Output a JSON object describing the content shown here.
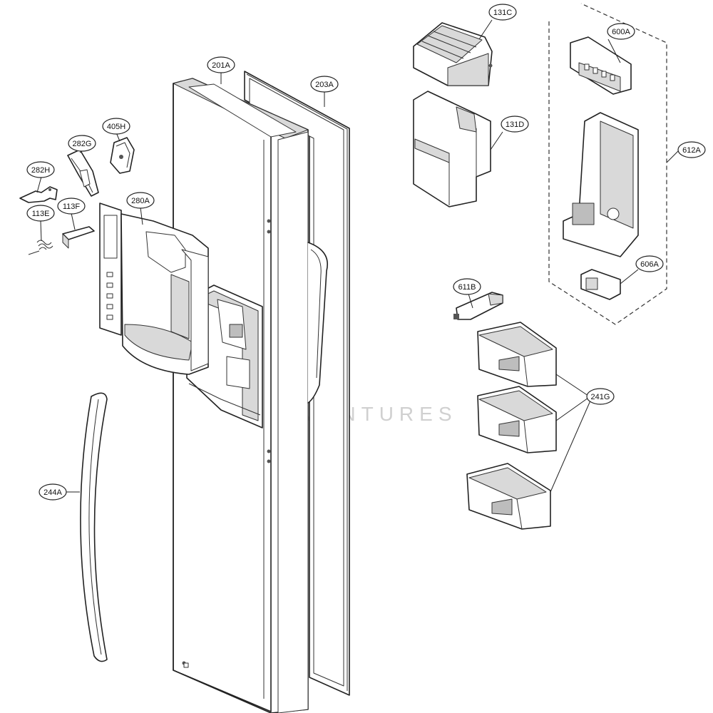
{
  "diagram": {
    "watermark": "APPVENTURES",
    "callouts": [
      {
        "id": "201A",
        "label": "201A"
      },
      {
        "id": "203A",
        "label": "203A"
      },
      {
        "id": "405H",
        "label": "405H"
      },
      {
        "id": "282G",
        "label": "282G"
      },
      {
        "id": "282H",
        "label": "282H"
      },
      {
        "id": "113E",
        "label": "113E"
      },
      {
        "id": "113F",
        "label": "113F"
      },
      {
        "id": "280A",
        "label": "280A"
      },
      {
        "id": "244A",
        "label": "244A"
      },
      {
        "id": "131C",
        "label": "131C"
      },
      {
        "id": "131D",
        "label": "131D"
      },
      {
        "id": "600A",
        "label": "600A"
      },
      {
        "id": "612A",
        "label": "612A"
      },
      {
        "id": "606A",
        "label": "606A"
      },
      {
        "id": "611B",
        "label": "611B"
      },
      {
        "id": "241G",
        "label": "241G"
      }
    ]
  }
}
